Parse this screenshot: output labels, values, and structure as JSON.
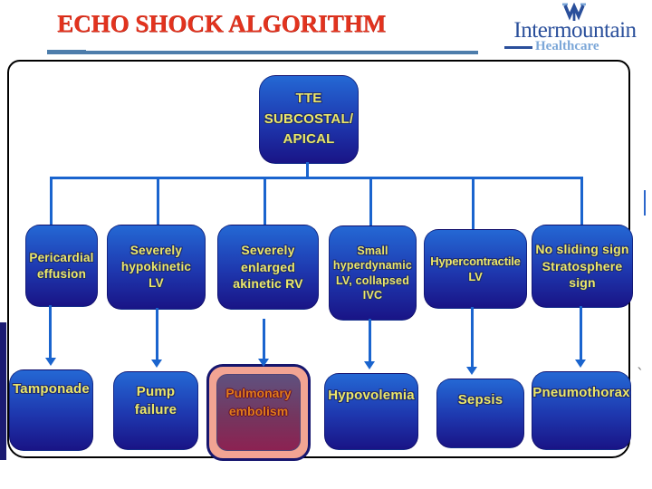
{
  "header": {
    "title": "ECHO SHOCK ALGORITHM",
    "logo": {
      "name": "Intermountain",
      "subtitle": "Healthcare"
    }
  },
  "colors": {
    "title_red": "#e2331e",
    "rule_blue": "#4d7dab",
    "logo_dark_blue": "#2a4f9b",
    "logo_light_blue": "#7ca7d8",
    "node_gradient_top": "#2468d4",
    "node_gradient_bottom": "#191486",
    "node_text_yellow": "#ece768",
    "connector_blue": "#1a64ce",
    "frame_border_black": "#000000",
    "left_strip_navy": "#1b1b72",
    "highlight_pink": "#f2a493",
    "highlight_inner_top": "#5f517f",
    "highlight_inner_bottom": "#8c2252",
    "highlight_text_orange": "#e07c1a"
  },
  "flowchart": {
    "root": "TTE\nSUBCOSTAL/\nAPICAL",
    "columns": [
      {
        "finding": "Pericardial\neffusion",
        "outcome": "Tamponade",
        "highlighted": false
      },
      {
        "finding": "Severely\nhypokinetic\nLV",
        "outcome": "Pump failure",
        "highlighted": false
      },
      {
        "finding": "Severely\nenlarged\nakinetic RV",
        "outcome": "Pulmonary\nembolism",
        "highlighted": true
      },
      {
        "finding": "Small\nhyperdynamic\nLV, collapsed\nIVC",
        "outcome": "Hypovolemia",
        "highlighted": false
      },
      {
        "finding": "Hypercontractile\nLV",
        "outcome": "Sepsis",
        "highlighted": false
      },
      {
        "finding": "No sliding sign\nStratosphere\nsign",
        "outcome": "Pneumothorax",
        "highlighted": false
      }
    ]
  },
  "artifacts": {
    "stray_tick": "`"
  }
}
